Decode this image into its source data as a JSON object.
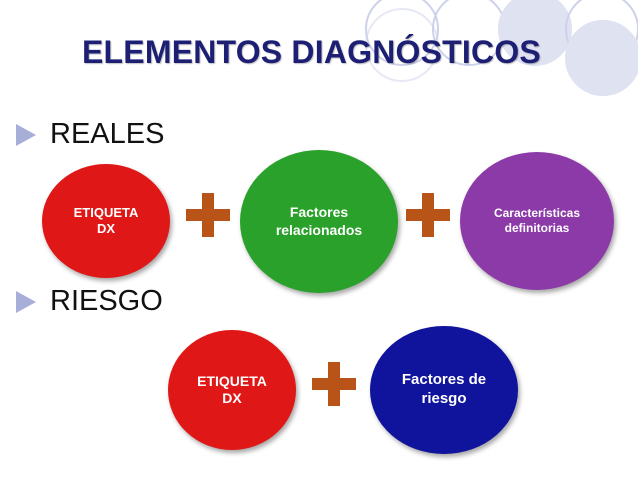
{
  "slide": {
    "title": "ELEMENTOS DIAGNÓSTICOS",
    "sections": [
      {
        "label": "REALES",
        "nodes": [
          {
            "text": "ETIQUETA\nDX",
            "color": "#e01717"
          },
          {
            "text": "Factores\nrelacionados",
            "color": "#2aa12a"
          },
          {
            "text": "Características\ndefinitorias",
            "color": "#8c3aa8"
          }
        ]
      },
      {
        "label": "RIESGO",
        "nodes": [
          {
            "text": "ETIQUETA\nDX",
            "color": "#e01717"
          },
          {
            "text": "Factores de\nriesgo",
            "color": "#10149c"
          }
        ]
      }
    ],
    "operator_icon": "plus-icon",
    "operator_color": "#b85418"
  }
}
